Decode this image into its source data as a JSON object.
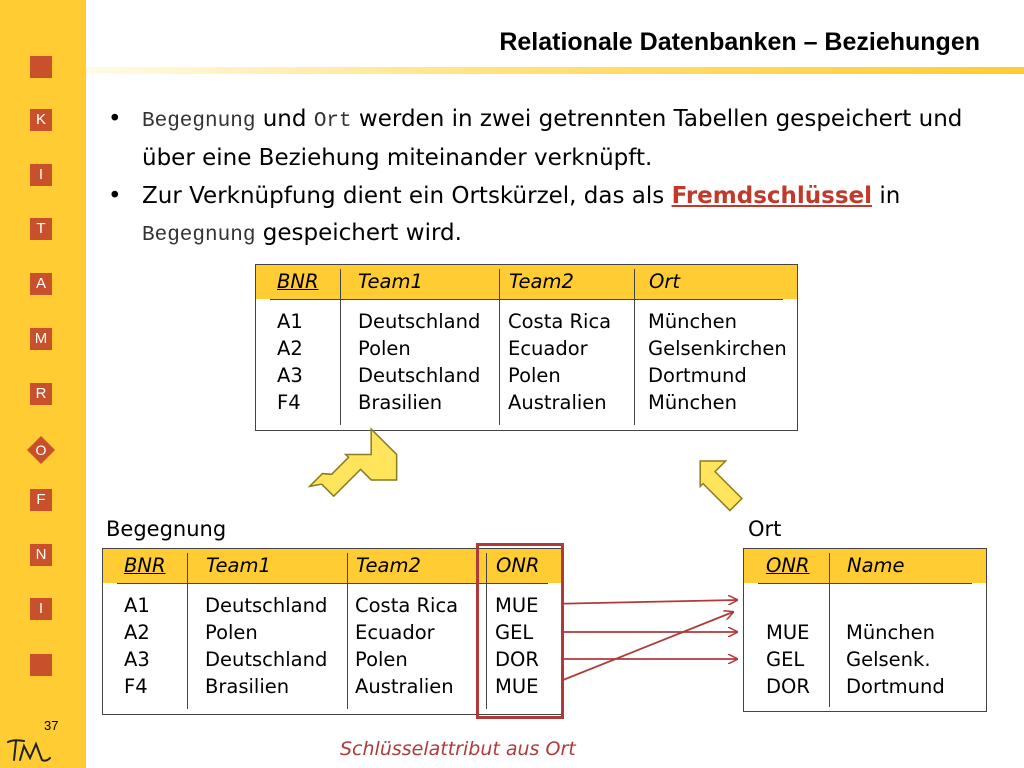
{
  "slide": {
    "title": "Relationale Datenbanken – Beziehungen",
    "page_number": "37",
    "sidebar_letters": [
      "K",
      "I",
      "T",
      "A",
      "M",
      "R",
      "O",
      "F",
      "N",
      "I"
    ]
  },
  "bullets": [
    {
      "code1": "Begegnung",
      "t1": " und ",
      "code2": "Ort",
      "t2": " werden in zwei getrennten Tabellen gespeichert und über eine Beziehung miteinander verknüpft."
    },
    {
      "t1": "Zur Verknüpfung dient ein Ortskürzel, das als ",
      "fk": "Fremdschlüssel",
      "t2": " in ",
      "code": "Begegnung",
      "t3": " gespeichert wird."
    }
  ],
  "top_table": {
    "headers": [
      "BNR",
      "Team1",
      "Team2",
      "Ort"
    ],
    "rows": [
      [
        "A1",
        "Deutschland",
        "Costa Rica",
        "München"
      ],
      [
        "A2",
        "Polen",
        "Ecuador",
        "Gelsenkirchen"
      ],
      [
        "A3",
        "Deutschland",
        "Polen",
        "Dortmund"
      ],
      [
        "F4",
        "Brasilien",
        "Australien",
        "München"
      ]
    ]
  },
  "begegnung_table": {
    "label": "Begegnung",
    "headers": [
      "BNR",
      "Team1",
      "Team2",
      "ONR"
    ],
    "rows": [
      [
        "A1",
        "Deutschland",
        "Costa Rica",
        "MUE"
      ],
      [
        "A2",
        "Polen",
        "Ecuador",
        "GEL"
      ],
      [
        "A3",
        "Deutschland",
        "Polen",
        "DOR"
      ],
      [
        "F4",
        "Brasilien",
        "Australien",
        "MUE"
      ]
    ]
  },
  "ort_table": {
    "label": "Ort",
    "headers": [
      "ONR",
      "Name"
    ],
    "rows": [
      [
        "MUE",
        "München"
      ],
      [
        "GEL",
        "Gelsenk."
      ],
      [
        "DOR",
        "Dortmund"
      ]
    ]
  },
  "caption": "Schlüsselattribut aus Ort",
  "colors": {
    "sidebar": "#ffcc33",
    "accent": "#c8502a",
    "foreign_key": "#c0392b",
    "arrow_fill": "#ffe45c",
    "link_arrows": "#b03a3a"
  }
}
